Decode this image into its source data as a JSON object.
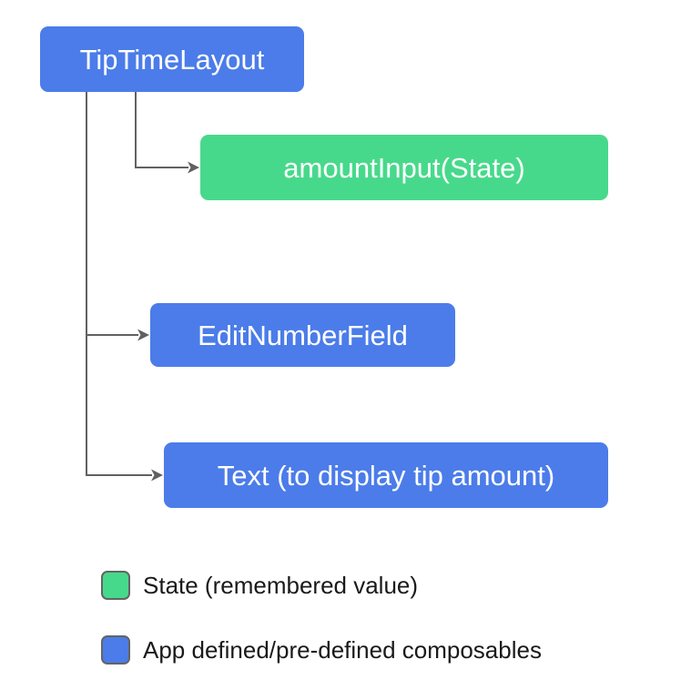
{
  "diagram": {
    "nodes": {
      "root": "TipTimeLayout",
      "amount_input": "amountInput(State)",
      "edit_number_field": "EditNumberField",
      "text_display": "Text (to display tip amount)"
    },
    "legend": {
      "state": "State (remembered value)",
      "composables": "App defined/pre-defined composables"
    },
    "colors": {
      "composable_blue": "#4b7ce9",
      "state_green": "#47d98b",
      "connector_gray": "#616161",
      "node_text": "#ffffff",
      "legend_text": "#1a1a1a"
    }
  }
}
